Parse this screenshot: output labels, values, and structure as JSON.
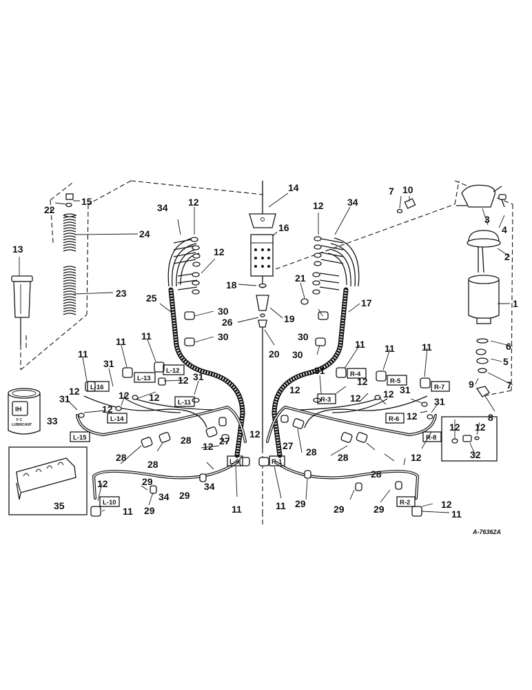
{
  "drawing": {
    "reference_code": "A-76362A",
    "callouts": [
      {
        "id": "c1",
        "text": "1"
      },
      {
        "id": "c2",
        "text": "2"
      },
      {
        "id": "c3",
        "text": "3"
      },
      {
        "id": "c4",
        "text": "4"
      },
      {
        "id": "c5",
        "text": "5"
      },
      {
        "id": "c6",
        "text": "6"
      },
      {
        "id": "c7a",
        "text": "7"
      },
      {
        "id": "c7b",
        "text": "7"
      },
      {
        "id": "c8",
        "text": "8"
      },
      {
        "id": "c9",
        "text": "9"
      },
      {
        "id": "c10",
        "text": "10"
      },
      {
        "id": "c11a",
        "text": "11"
      },
      {
        "id": "c11b",
        "text": "11"
      },
      {
        "id": "c11c",
        "text": "11"
      },
      {
        "id": "c11d",
        "text": "11"
      },
      {
        "id": "c11e",
        "text": "11"
      },
      {
        "id": "c11f",
        "text": "11"
      },
      {
        "id": "c11g",
        "text": "11"
      },
      {
        "id": "c11h",
        "text": "11"
      },
      {
        "id": "c11i",
        "text": "11"
      },
      {
        "id": "c11j",
        "text": "11"
      },
      {
        "id": "c12a",
        "text": "12"
      },
      {
        "id": "c12b",
        "text": "12"
      },
      {
        "id": "c12c",
        "text": "12"
      },
      {
        "id": "c12d",
        "text": "12"
      },
      {
        "id": "c12e",
        "text": "12"
      },
      {
        "id": "c12f",
        "text": "12"
      },
      {
        "id": "c12g",
        "text": "12"
      },
      {
        "id": "c12h",
        "text": "12"
      },
      {
        "id": "c12i",
        "text": "12"
      },
      {
        "id": "c12j",
        "text": "12"
      },
      {
        "id": "c12k",
        "text": "12"
      },
      {
        "id": "c12l",
        "text": "12"
      },
      {
        "id": "c12m",
        "text": "12"
      },
      {
        "id": "c12n",
        "text": "12"
      },
      {
        "id": "c12o",
        "text": "12"
      },
      {
        "id": "c12p",
        "text": "12"
      },
      {
        "id": "c12q",
        "text": "12"
      },
      {
        "id": "c12r",
        "text": "12"
      },
      {
        "id": "c12s",
        "text": "12"
      },
      {
        "id": "c12t",
        "text": "12"
      },
      {
        "id": "c13",
        "text": "13"
      },
      {
        "id": "c14",
        "text": "14"
      },
      {
        "id": "c15",
        "text": "15"
      },
      {
        "id": "c16",
        "text": "16"
      },
      {
        "id": "c17",
        "text": "17"
      },
      {
        "id": "c18",
        "text": "18"
      },
      {
        "id": "c19",
        "text": "19"
      },
      {
        "id": "c20",
        "text": "20"
      },
      {
        "id": "c21",
        "text": "21"
      },
      {
        "id": "c22",
        "text": "22"
      },
      {
        "id": "c23",
        "text": "23"
      },
      {
        "id": "c24",
        "text": "24"
      },
      {
        "id": "c25",
        "text": "25"
      },
      {
        "id": "c26",
        "text": "26"
      },
      {
        "id": "c27a",
        "text": "27"
      },
      {
        "id": "c27b",
        "text": "27"
      },
      {
        "id": "c28a",
        "text": "28"
      },
      {
        "id": "c28b",
        "text": "28"
      },
      {
        "id": "c28c",
        "text": "28"
      },
      {
        "id": "c28d",
        "text": "28"
      },
      {
        "id": "c28e",
        "text": "28"
      },
      {
        "id": "c28f",
        "text": "28"
      },
      {
        "id": "c29a",
        "text": "29"
      },
      {
        "id": "c29b",
        "text": "29"
      },
      {
        "id": "c29c",
        "text": "29"
      },
      {
        "id": "c29d",
        "text": "29"
      },
      {
        "id": "c29e",
        "text": "29"
      },
      {
        "id": "c29f",
        "text": "29"
      },
      {
        "id": "c30a",
        "text": "30"
      },
      {
        "id": "c30b",
        "text": "30"
      },
      {
        "id": "c30c",
        "text": "30"
      },
      {
        "id": "c30d",
        "text": "30"
      },
      {
        "id": "c31a",
        "text": "31"
      },
      {
        "id": "c31b",
        "text": "31"
      },
      {
        "id": "c31c",
        "text": "31"
      },
      {
        "id": "c31d",
        "text": "31"
      },
      {
        "id": "c31e",
        "text": "31"
      },
      {
        "id": "c31f",
        "text": "31"
      },
      {
        "id": "c32",
        "text": "32"
      },
      {
        "id": "c33",
        "text": "33"
      },
      {
        "id": "c34a",
        "text": "34"
      },
      {
        "id": "c34b",
        "text": "34"
      },
      {
        "id": "c34c",
        "text": "34"
      },
      {
        "id": "c34d",
        "text": "34"
      },
      {
        "id": "c35",
        "text": "35"
      }
    ],
    "line_tags": [
      {
        "id": "L-9",
        "text": "L-9"
      },
      {
        "id": "L-10",
        "text": "L-10"
      },
      {
        "id": "L-11",
        "text": "L-11"
      },
      {
        "id": "L-12",
        "text": "L-12"
      },
      {
        "id": "L-13",
        "text": "L-13"
      },
      {
        "id": "L-14",
        "text": "L-14"
      },
      {
        "id": "L-15",
        "text": "L-15"
      },
      {
        "id": "L-16",
        "text": "L-16"
      },
      {
        "id": "R-1",
        "text": "R-1"
      },
      {
        "id": "R-2",
        "text": "R-2"
      },
      {
        "id": "R-3",
        "text": "R-3"
      },
      {
        "id": "R-4",
        "text": "R-4"
      },
      {
        "id": "R-5",
        "text": "R-5"
      },
      {
        "id": "R-6",
        "text": "R-6"
      },
      {
        "id": "R-7",
        "text": "R-7"
      },
      {
        "id": "R-8",
        "text": "R-8"
      }
    ],
    "lubricant_can": {
      "logo": "IH",
      "label_line1": "F C",
      "label_line2": "LUBRICANT"
    }
  }
}
